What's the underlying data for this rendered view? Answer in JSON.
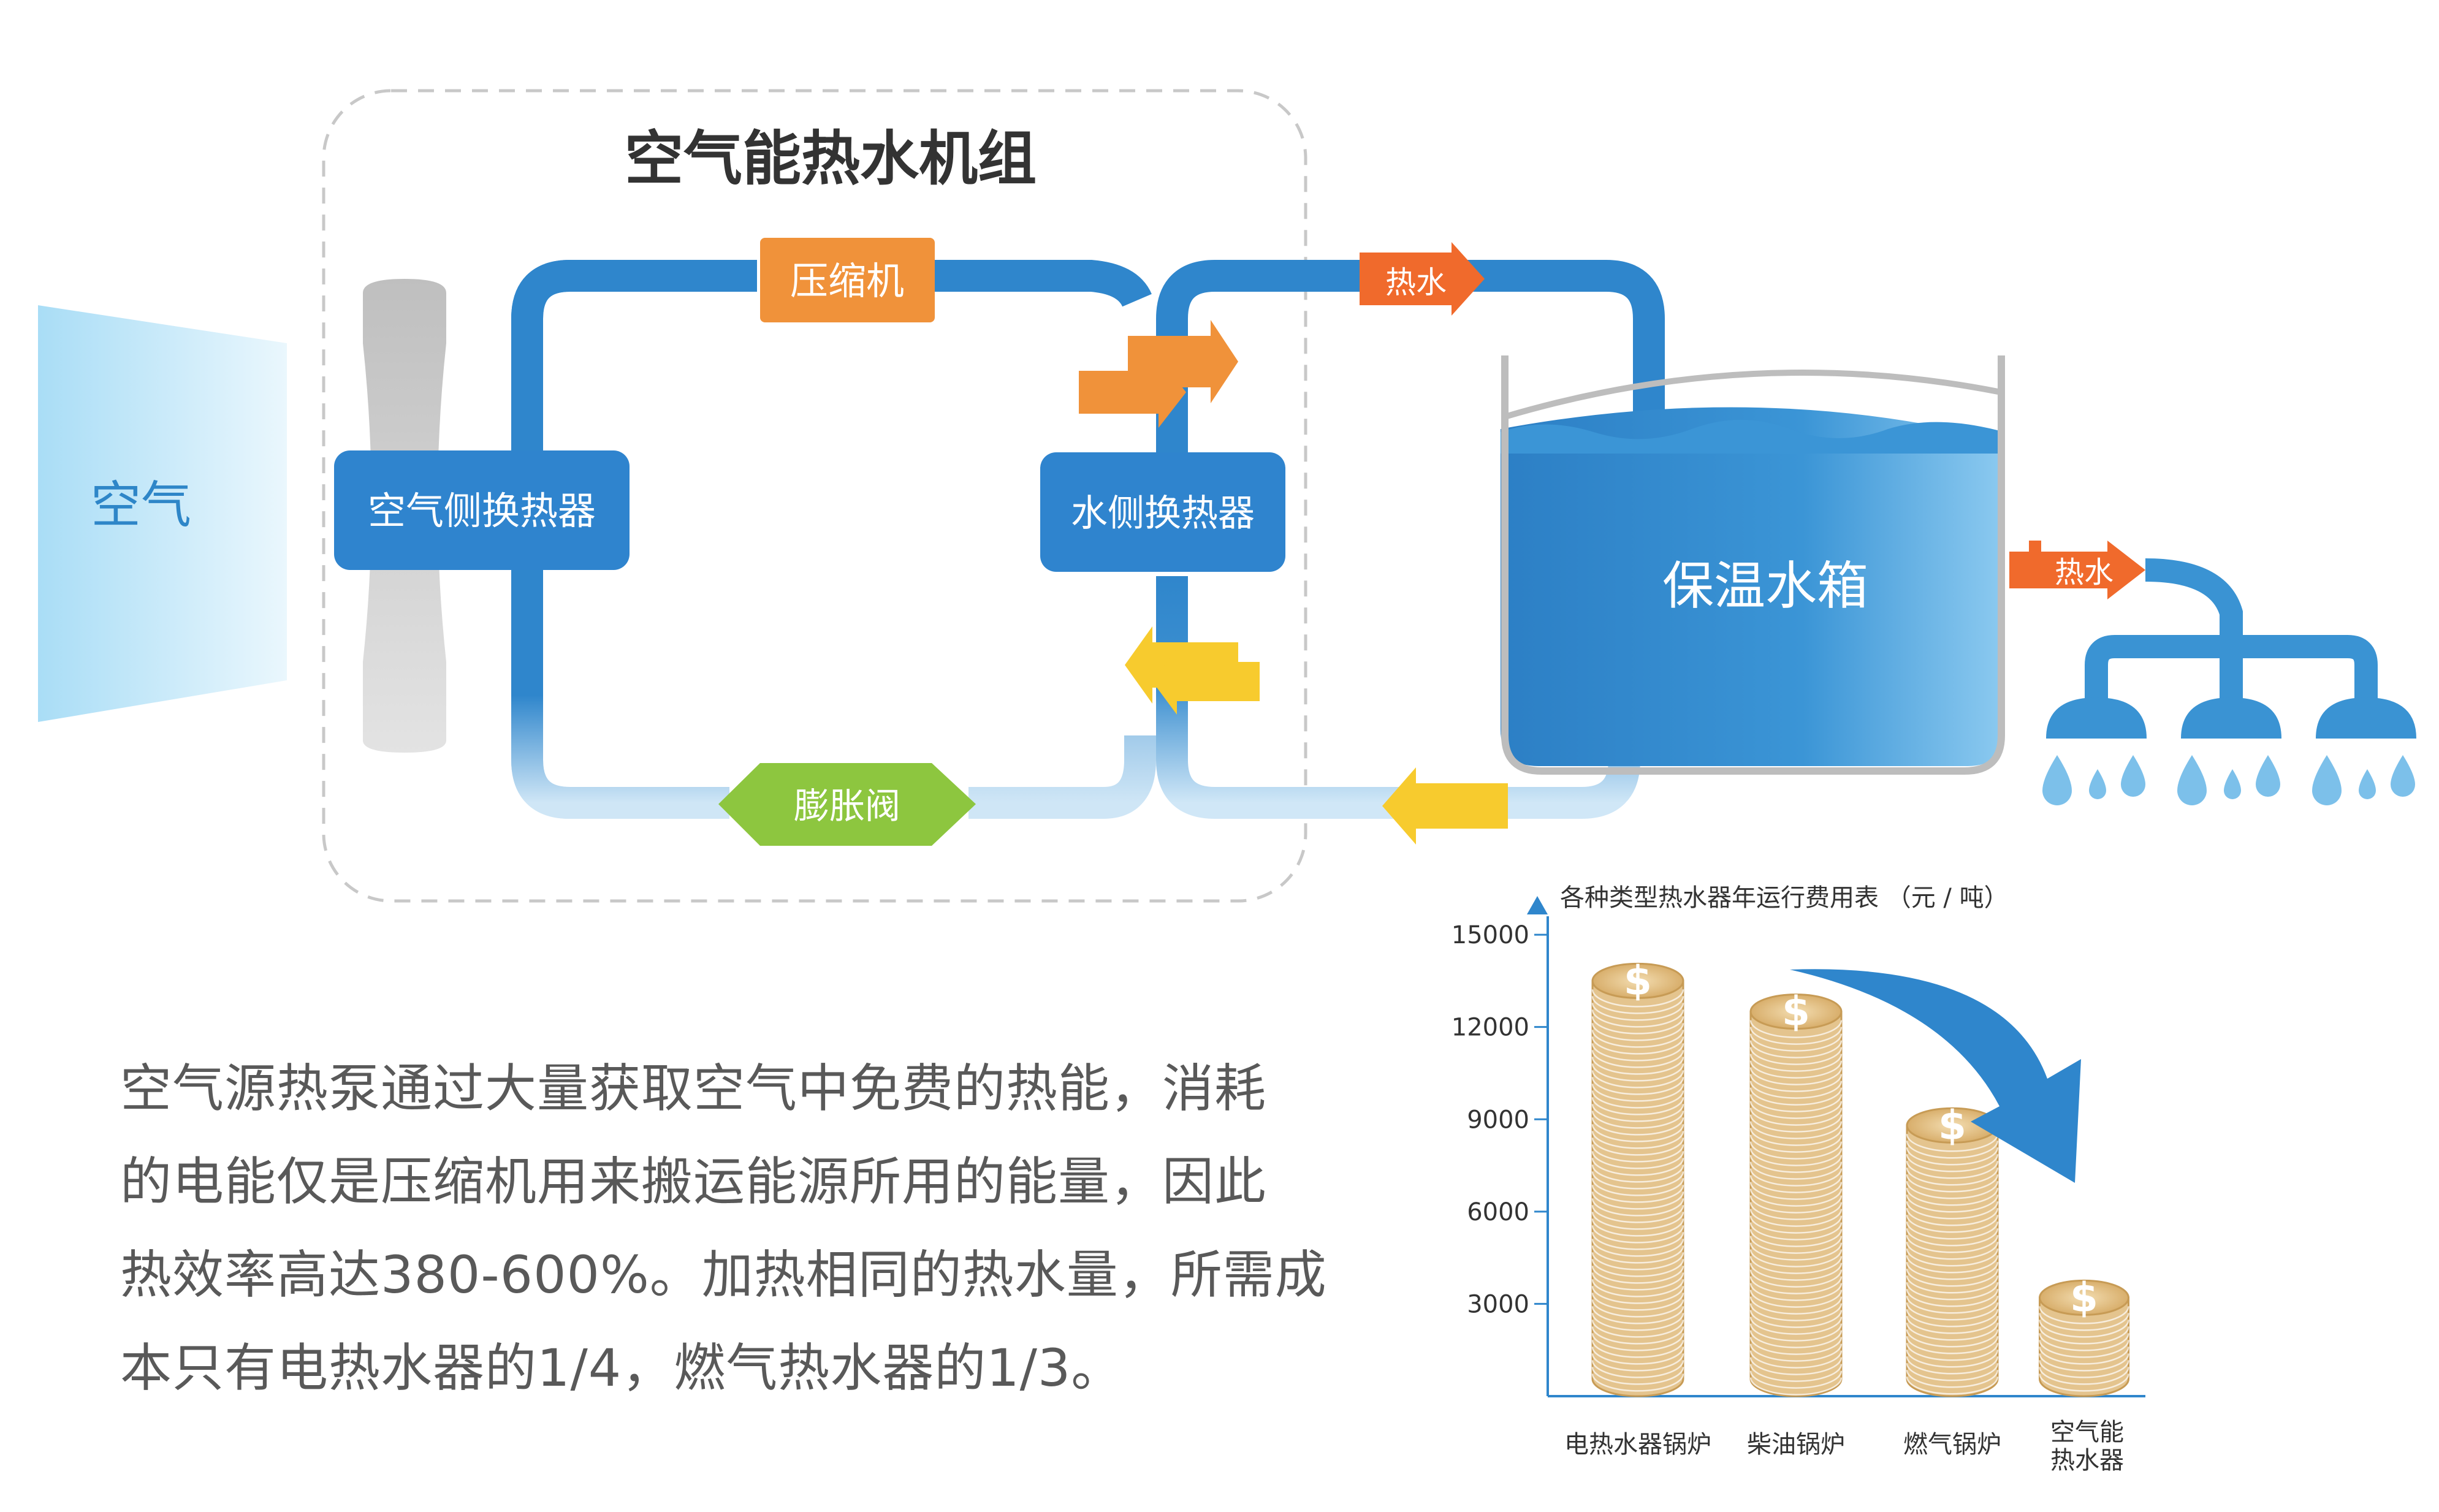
{
  "diagram": {
    "unit_title": "空气能热水机组",
    "air_label": "空气",
    "air_exchanger": "空气侧换热器",
    "water_exchanger": "水侧换热器",
    "compressor": "压缩机",
    "expansion_valve": "膨胀阀",
    "hot_water_top": "热水",
    "tank": "保温水箱",
    "hot_water_out": "热水"
  },
  "description": {
    "lines": [
      "空气源热泵通过大量获取空气中免费的热能，消耗",
      "的电能仅是压缩机用来搬运能源所用的能量，因此",
      "热效率高达380-600%。加热相同的热水量，所需成",
      "本只有电热水器的1/4，燃气热水器的1/3。"
    ]
  },
  "chart_data": {
    "type": "bar",
    "title": "各种类型热水器年运行费用表 （元 / 吨）",
    "categories": [
      "电热水器锅炉",
      "柴油锅炉",
      "燃气锅炉",
      "空气能热水器"
    ],
    "category_lines": [
      [
        "电热水器锅炉"
      ],
      [
        "柴油锅炉"
      ],
      [
        "燃气锅炉"
      ],
      [
        "空气能",
        "热水器"
      ]
    ],
    "values": [
      13500,
      12500,
      8800,
      3200
    ],
    "yticks": [
      3000,
      6000,
      9000,
      12000,
      15000
    ],
    "ylim": [
      0,
      15500
    ],
    "coin_symbol": "$",
    "colors": {
      "coin": "#E4C48E",
      "coin_edge": "#C79B55",
      "arrow": "#2F86CC"
    }
  },
  "colors": {
    "pipe_blue": "#2F86CC",
    "box_blue": "#2F84CE",
    "orange": "#F0923A",
    "green": "#8DC63F",
    "yellow": "#F7CB2E",
    "hot_arrow": "#F06A2C"
  }
}
